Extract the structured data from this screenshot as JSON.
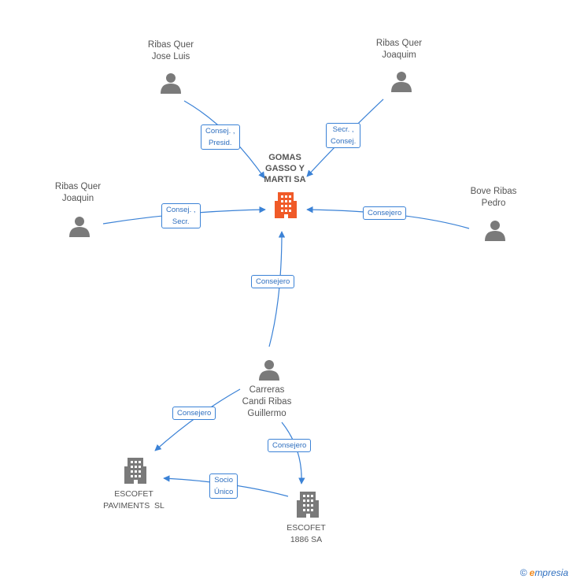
{
  "colors": {
    "edge": "#3b82d6",
    "person": "#7a7a7a",
    "company": "#7a7a7a",
    "center_company": "#f05a28"
  },
  "center": {
    "lines": [
      "GOMAS",
      "GASSO Y",
      "MARTI SA"
    ],
    "icon": "building-icon"
  },
  "people": {
    "jose_luis": {
      "lines": [
        "Ribas Quer",
        "Jose Luis"
      ],
      "icon": "person-icon"
    },
    "joaquim": {
      "lines": [
        "Ribas Quer",
        "Joaquim"
      ],
      "icon": "person-icon"
    },
    "joaquin": {
      "lines": [
        "Ribas Quer",
        "Joaquin"
      ],
      "icon": "person-icon"
    },
    "pedro": {
      "lines": [
        "Bove Ribas",
        "Pedro"
      ],
      "icon": "person-icon"
    },
    "guillermo": {
      "lines": [
        "Carreras",
        "Candi Ribas",
        "Guillermo"
      ],
      "icon": "person-icon"
    }
  },
  "companies": {
    "paviments": {
      "lines": [
        "ESCOFET",
        "PAVIMENTS  SL"
      ],
      "icon": "building-icon"
    },
    "escofet1886": {
      "lines": [
        "ESCOFET",
        "1886 SA"
      ],
      "icon": "building-icon"
    }
  },
  "edges": {
    "jose_luis": [
      "Consej. ,",
      "Presid."
    ],
    "joaquim": [
      "Secr. ,",
      "Consej."
    ],
    "joaquin": [
      "Consej. ,",
      "Secr."
    ],
    "pedro": [
      "Consejero"
    ],
    "guillermo": [
      "Consejero"
    ],
    "guillermo_paviments": [
      "Consejero"
    ],
    "guillermo_escofet1886": [
      "Consejero"
    ],
    "escofet1886_paviments": [
      "Socio",
      "Único"
    ]
  },
  "footer": {
    "copyright": "©",
    "brand_initial": "e",
    "brand_rest": "mpresia"
  }
}
